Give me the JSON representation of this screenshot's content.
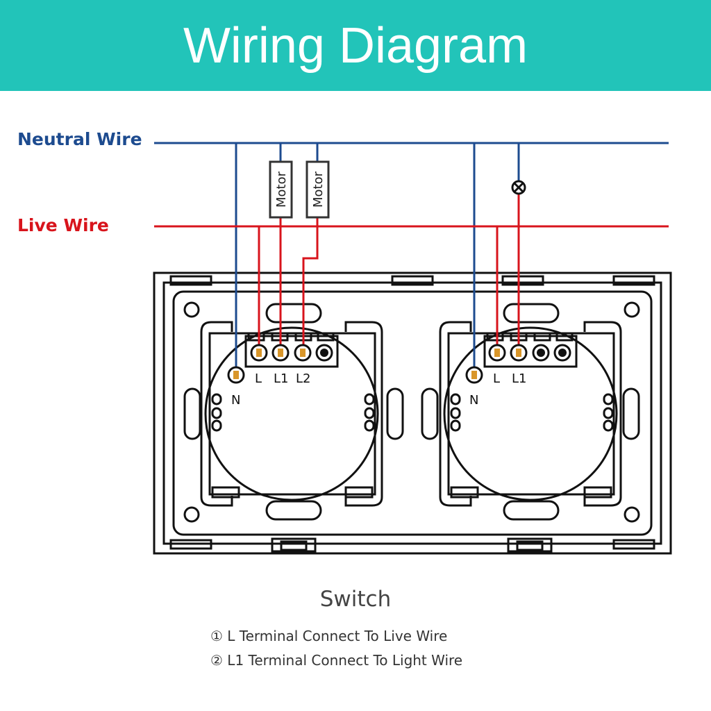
{
  "header": {
    "title": "Wiring Diagram",
    "background_color": "#22c4b9"
  },
  "wires": {
    "neutral": {
      "label": "Neutral Wire",
      "color": "#1d4b8f"
    },
    "live": {
      "label": "Live Wire",
      "color": "#d8141c"
    }
  },
  "loads": {
    "motor_1": {
      "label": "Motor"
    },
    "motor_2": {
      "label": "Motor"
    },
    "lamp": {
      "symbol": "lamp-icon"
    }
  },
  "switches": [
    {
      "name": "two-gang-switch",
      "neutral_terminal": "N",
      "terminals": [
        "L",
        "L1",
        "L2"
      ],
      "blank_terminals": 1
    },
    {
      "name": "one-gang-switch",
      "neutral_terminal": "N",
      "terminals": [
        "L",
        "L1"
      ],
      "blank_terminals": 2
    }
  ],
  "caption": {
    "title": "Switch",
    "notes": [
      {
        "marker": "①",
        "text": "L Terminal Connect To Live Wire"
      },
      {
        "marker": "②",
        "text": "L1 Terminal Connect To Light Wire"
      }
    ]
  }
}
